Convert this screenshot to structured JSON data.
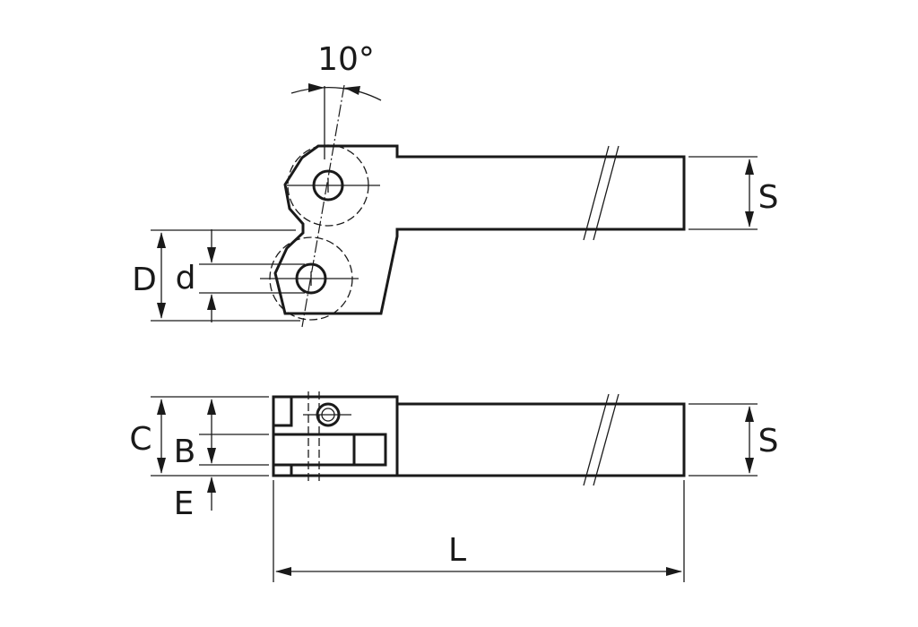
{
  "labels": {
    "angle": "10°",
    "s_top": "S",
    "d_outer": "D",
    "d_inner": "d",
    "c": "C",
    "b": "B",
    "e": "E",
    "s_bottom": "S",
    "l": "L"
  },
  "colors": {
    "line": "#1a1a1a",
    "background": "#ffffff"
  }
}
